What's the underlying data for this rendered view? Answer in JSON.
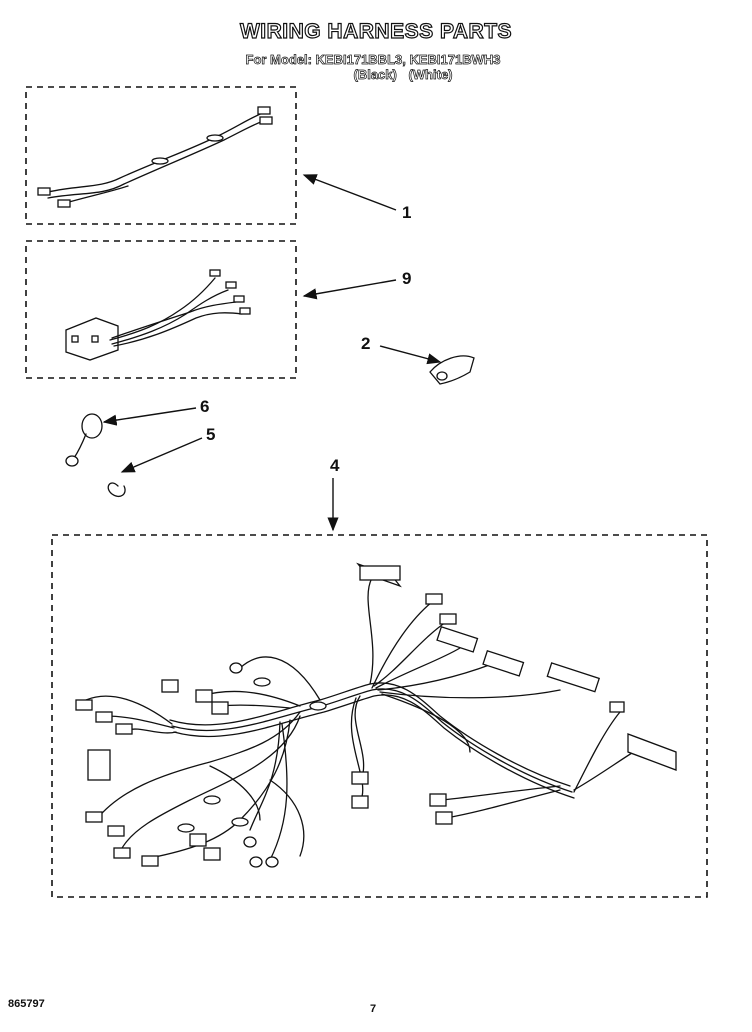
{
  "header": {
    "title": "WIRING HARNESS PARTS",
    "model_line": "For Model: KEBI171BBL3, KEBI171BWH3",
    "color_line": "(Black) (White)"
  },
  "callouts": [
    "1",
    "9",
    "2",
    "6",
    "5",
    "4"
  ],
  "footer": {
    "doc_number": "865797",
    "page_number": "7"
  }
}
